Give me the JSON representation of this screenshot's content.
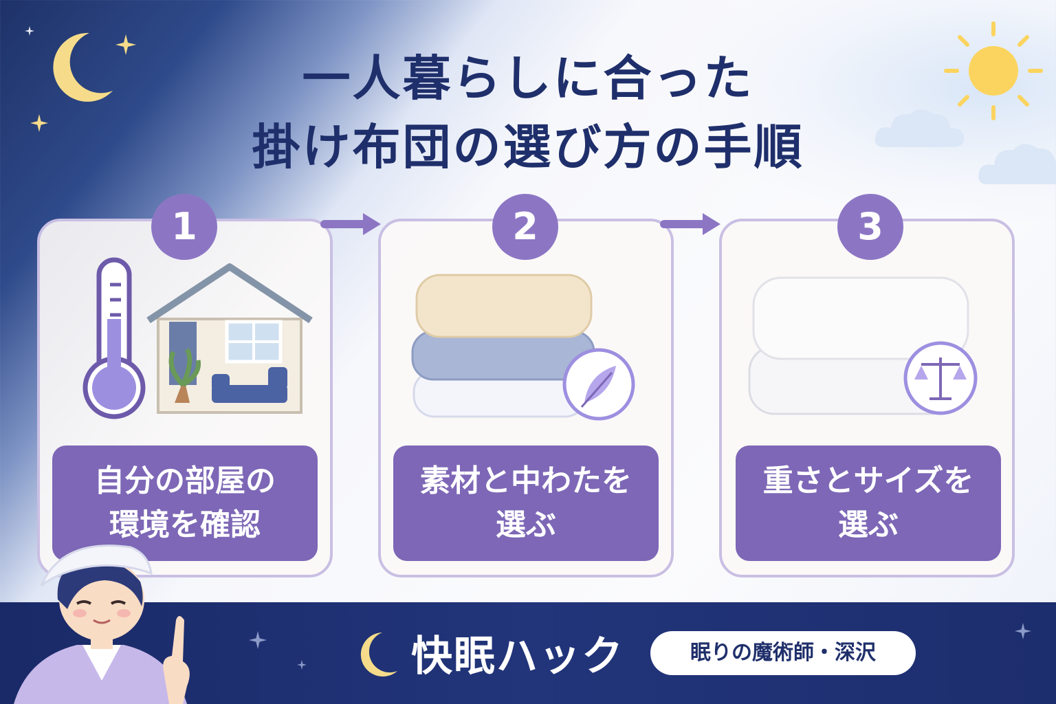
{
  "title": {
    "line1": "一人暮らしに合った",
    "line2": "掛け布団の選び方の手順"
  },
  "steps": [
    {
      "number": "1",
      "line1": "自分の部屋の",
      "line2": "環境を確認",
      "icons": [
        "thermometer-icon",
        "house-icon"
      ]
    },
    {
      "number": "2",
      "line1": "素材と中わたを",
      "line2": "選ぶ",
      "icons": [
        "folded-comforter-icon",
        "feather-icon"
      ]
    },
    {
      "number": "3",
      "line1": "重さとサイズを",
      "line2": "選ぶ",
      "icons": [
        "folded-comforter-icon",
        "scale-icon"
      ]
    }
  ],
  "footer": {
    "brand": "快眠ハック",
    "author": "眠りの魔術師・深沢"
  },
  "colors": {
    "navy": "#1f2f6b",
    "accent_purple": "#7d67b6",
    "card_border": "#c9bfe3",
    "moon_yellow": "#f6dc8a",
    "sun_yellow": "#fbd45f"
  }
}
